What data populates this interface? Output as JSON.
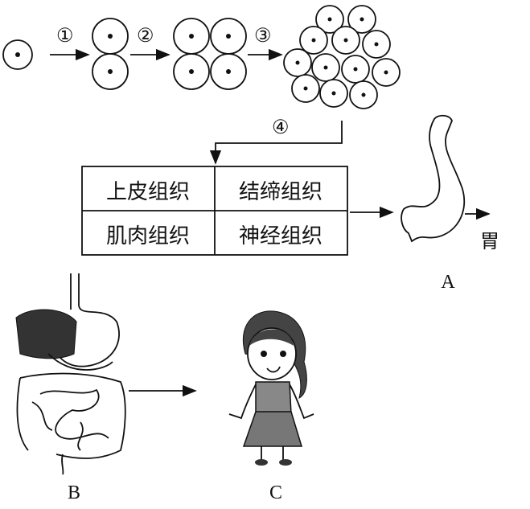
{
  "steps": {
    "s1": "①",
    "s2": "②",
    "s3": "③",
    "s4": "④"
  },
  "tissue_table": {
    "rows": [
      [
        "上皮组织",
        "结缔组织"
      ],
      [
        "肌肉组织",
        "神经组织"
      ]
    ]
  },
  "organ_label": "胃",
  "labels": {
    "A": "A",
    "B": "B",
    "C": "C"
  }
}
